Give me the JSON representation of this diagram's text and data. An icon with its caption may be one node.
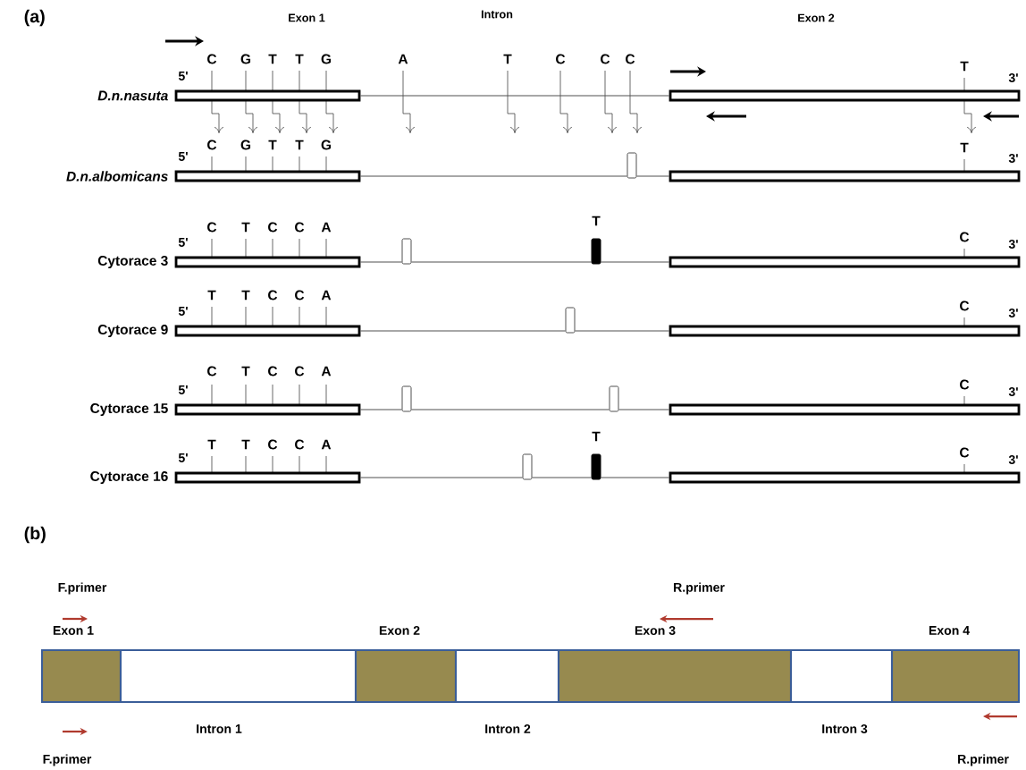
{
  "diagram": {
    "nodes": [
      {
        "text": [],
        "shape": "bar",
        "beside": [
          "D.n.nasuta",
          "5'",
          "C",
          "G",
          "T",
          "T",
          "G"
        ]
      },
      {
        "text": [],
        "shape": "bar",
        "beside": [
          "3'",
          "T"
        ]
      },
      {
        "text": [],
        "shape": "bar",
        "beside": [
          "D.n.albomicans",
          "5'",
          "C",
          "G",
          "T",
          "T",
          "G"
        ]
      },
      {
        "text": [],
        "shape": "box"
      },
      {
        "text": [],
        "shape": "bar",
        "beside": [
          "3'",
          "T"
        ]
      },
      {
        "text": [],
        "shape": "bar",
        "beside": [
          "Cytorace 3",
          "5'",
          "C",
          "T",
          "C",
          "C",
          "A"
        ]
      },
      {
        "text": [],
        "shape": "box"
      },
      {
        "text": [],
        "shape": "box",
        "beside": [
          "T"
        ]
      },
      {
        "text": [],
        "shape": "bar",
        "beside": [
          "3'",
          "C"
        ]
      },
      {
        "text": [],
        "shape": "bar",
        "beside": [
          "Cytorace 9",
          "5'",
          "T",
          "T",
          "C",
          "C",
          "A"
        ]
      },
      {
        "text": [],
        "shape": "box"
      },
      {
        "text": [],
        "shape": "bar",
        "beside": [
          "3'",
          "C"
        ]
      },
      {
        "text": [],
        "shape": "bar",
        "beside": [
          "Cytorace 15",
          "5'",
          "C",
          "T",
          "C",
          "C",
          "A"
        ]
      },
      {
        "text": [],
        "shape": "box"
      },
      {
        "text": [],
        "shape": "box"
      },
      {
        "text": [],
        "shape": "bar",
        "beside": [
          "3'",
          "C"
        ]
      },
      {
        "text": [],
        "shape": "bar",
        "beside": [
          "Cytorace 16",
          "5'",
          "T",
          "T",
          "C",
          "C",
          "A"
        ]
      },
      {
        "text": [],
        "shape": "box"
      },
      {
        "text": [],
        "shape": "box",
        "beside": [
          "T"
        ]
      },
      {
        "text": [],
        "shape": "bar",
        "beside": [
          "3'",
          "C"
        ]
      },
      {
        "text": [
          "Exon 1"
        ]
      },
      {
        "text": [
          "Intron 1"
        ]
      },
      {
        "text": [
          "Exon 2"
        ]
      },
      {
        "text": [
          "Intron 2"
        ]
      },
      {
        "text": [
          "Exon 3"
        ]
      },
      {
        "text": [
          "Intron 3"
        ]
      },
      {
        "text": [
          "Exon 4"
        ]
      }
    ],
    "edges": [
      {
        "from": 0,
        "to": 1,
        "arrow": "none"
      },
      {
        "from": 2,
        "to": 3,
        "arrow": "none"
      },
      {
        "from": 3,
        "to": 4,
        "arrow": "none"
      },
      {
        "from": 5,
        "to": 6,
        "arrow": "none"
      },
      {
        "from": 6,
        "to": 7,
        "arrow": "none"
      },
      {
        "from": 7,
        "to": 8,
        "arrow": "none"
      },
      {
        "from": 9,
        "to": 10,
        "arrow": "none"
      },
      {
        "from": 10,
        "to": 11,
        "arrow": "none"
      },
      {
        "from": 12,
        "to": 13,
        "arrow": "none"
      },
      {
        "from": 13,
        "to": 14,
        "arrow": "none"
      },
      {
        "from": 14,
        "to": 15,
        "arrow": "none"
      },
      {
        "from": 16,
        "to": 17,
        "arrow": "none"
      },
      {
        "from": 17,
        "to": 18,
        "arrow": "none"
      },
      {
        "from": 18,
        "to": 19,
        "arrow": "none"
      }
    ],
    "labels": [
      "(a)",
      "Exon 1",
      "Intron",
      "Exon 2",
      "A",
      "T",
      "C",
      "C",
      "C",
      "(b)",
      "F.primer",
      "R.primer",
      "F.primer",
      "R.primer"
    ]
  }
}
